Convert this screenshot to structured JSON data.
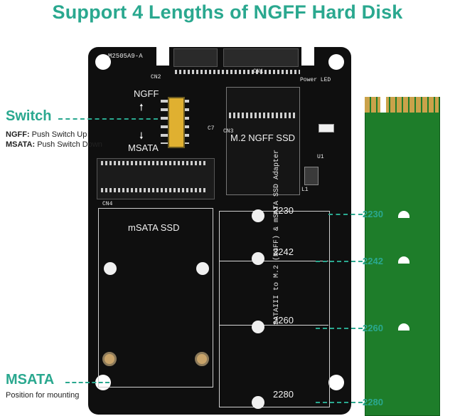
{
  "title": "Support 4 Lengths of NGFF Hard Disk",
  "board": {
    "model": "M2505A9-A",
    "ngff_label": "NGFF",
    "msata_label": "MSATA",
    "m2_slot_label": "M.2  NGFF SSD",
    "msata_slot_label": "mSATA SSD",
    "adapter_text": "SATAIII to M.2 (NGFF) & mSATA SSD Adapter",
    "power_led": "Power LED",
    "cn1": "CN1",
    "cn2": "CN2",
    "cn3": "CN3",
    "cn4": "CN4",
    "c7": "C7",
    "l1": "L1",
    "u1": "U1",
    "lengths": [
      "2230",
      "2242",
      "2260",
      "2280"
    ]
  },
  "callouts": {
    "switch_title": "Switch",
    "ngff_bold": "NGFF:",
    "ngff_text": " Push Switch  Up",
    "msata_bold": "MSATA:",
    "msata_text": " Push Switch Down",
    "msata_title": "MSATA",
    "msata_sub": "Position for mounting"
  },
  "right_labels": [
    "2230",
    "2242",
    "2260",
    "2280"
  ]
}
